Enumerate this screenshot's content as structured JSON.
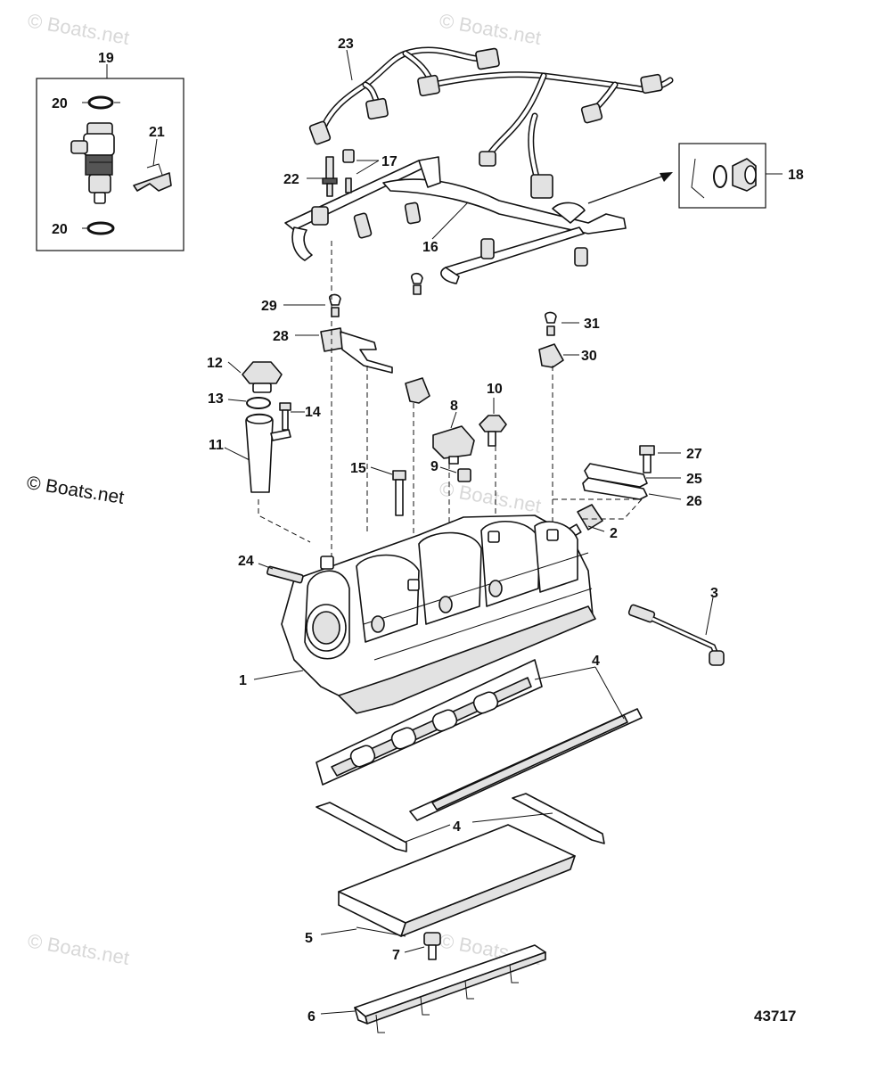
{
  "watermark": {
    "text": "© Boats.net",
    "primary_text": "© Boats.net"
  },
  "figure_number": "43717",
  "callouts": [
    "1",
    "2",
    "3",
    "4",
    "4b",
    "5",
    "6",
    "7",
    "8",
    "9",
    "10",
    "11",
    "12",
    "13",
    "14",
    "15",
    "16",
    "17",
    "18",
    "19",
    "20a",
    "20b",
    "21",
    "22",
    "23",
    "24",
    "25",
    "26",
    "27",
    "28",
    "29",
    "30",
    "31"
  ],
  "callout_text": {
    "1": "1",
    "2": "2",
    "3": "3",
    "4": "4",
    "4b": "4",
    "5": "5",
    "6": "6",
    "7": "7",
    "8": "8",
    "9": "9",
    "10": "10",
    "11": "11",
    "12": "12",
    "13": "13",
    "14": "14",
    "15": "15",
    "16": "16",
    "17": "17",
    "18": "18",
    "19": "19",
    "20a": "20",
    "20b": "20",
    "21": "21",
    "22": "22",
    "23": "23",
    "24": "24",
    "25": "25",
    "26": "26",
    "27": "27",
    "28": "28",
    "29": "29",
    "30": "30",
    "31": "31"
  }
}
